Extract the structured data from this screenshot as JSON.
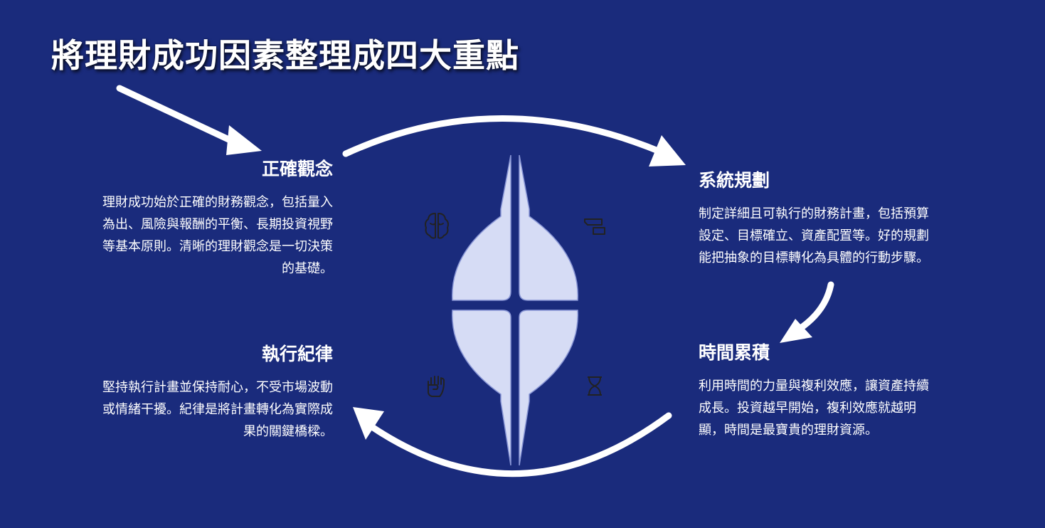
{
  "title": "將理財成功因素整理成四大重點",
  "colors": {
    "background": "#1a2b7c",
    "segment_fill": "#d6dcf5",
    "segment_stroke": "#8a97d6",
    "icon_stroke": "#222222",
    "arrow": "#ffffff",
    "text": "#ffffff"
  },
  "items": [
    {
      "heading": "正確觀念",
      "icon": "brain-icon",
      "lines": [
        "理財成功始於正確的財務觀念，包括量入",
        "為出、風險與報酬的平衡、長期投資視野",
        "等基本原則。清晰的理財觀念是一切決策",
        "的基礎。"
      ]
    },
    {
      "heading": "系統規劃",
      "icon": "signpost-icon",
      "lines": [
        "制定詳細且可執行的財務計畫，包括預算",
        "設定、目標確立、資產配置等。好的規劃",
        "能把抽象的目標轉化為具體的行動步驟。"
      ]
    },
    {
      "heading": "時間累積",
      "icon": "hourglass-icon",
      "lines": [
        "利用時間的力量與複利效應，讓資產持續",
        "成長。投資越早開始，複利效應就越明",
        "顯，時間是最寶貴的理財資源。"
      ]
    },
    {
      "heading": "執行紀律",
      "icon": "fist-icon",
      "lines": [
        "堅持執行計畫並保持耐心，不受市場波動",
        "或情緒干擾。紀律是將計畫轉化為實際成",
        "果的關鍵橋樑。"
      ]
    }
  ]
}
